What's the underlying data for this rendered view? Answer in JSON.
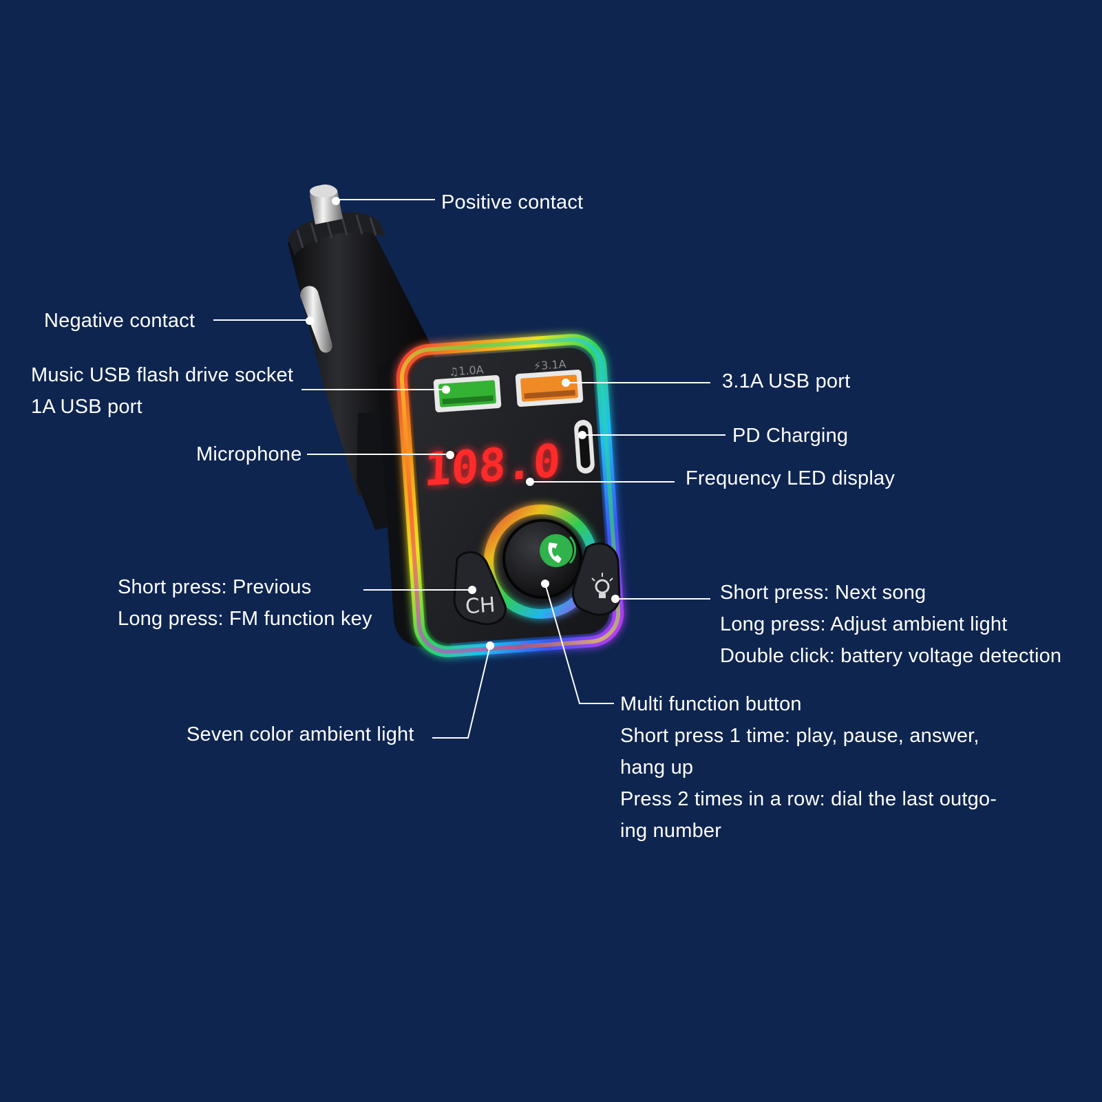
{
  "device": {
    "port_left_marking": "♫1.0A",
    "port_right_marking": "⚡3.1A",
    "display_value": "108.0",
    "left_button_text": "CH",
    "call_icon": "phone-icon",
    "light_icon": "bulb-icon",
    "colors": {
      "background": "#0e2550",
      "body": "#1b1c20",
      "led": "#ff2a2a",
      "port_green": "#34b233",
      "port_orange": "#f08a24",
      "leader_line": "#ffffff"
    }
  },
  "labels": {
    "positive_contact": "Positive contact",
    "negative_contact": "Negative contact",
    "music_usb_socket": "Music USB flash drive socket",
    "one_a_usb_port": "1A USB port",
    "microphone": "Microphone",
    "three_one_a_usb_port": "3.1A USB port",
    "pd_charging": "PD Charging",
    "frequency_display": "Frequency LED display",
    "left_button": {
      "line1": "Short press: Previous",
      "line2": "Long press: FM function key"
    },
    "right_button": {
      "line1": "Short press: Next song",
      "line2": "Long press: Adjust ambient light",
      "line3": "Double click: battery voltage detection"
    },
    "ambient_light": "Seven color ambient light",
    "multi_function": {
      "line1": "Multi function button",
      "line2": "Short press 1 time: play, pause, answer,",
      "line3": "hang up",
      "line4": "Press 2 times in a row: dial the last outgo-",
      "line5": "ing number"
    }
  }
}
